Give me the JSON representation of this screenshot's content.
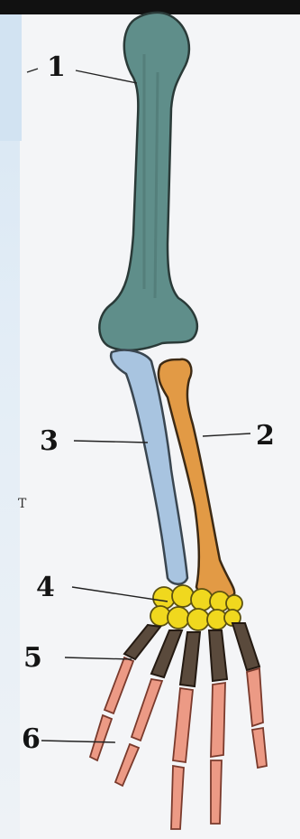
{
  "labels": {
    "l1": "1",
    "l2": "2",
    "l3": "3",
    "l4": "4",
    "l5": "5",
    "l6": "6",
    "edge_letter": "T"
  },
  "colors": {
    "humerus": "#5f8e8a",
    "ulna": "#a8c4e0",
    "radius": "#e29a45",
    "carpals": "#f0d81e",
    "metacarpals": "#5a4a3c",
    "phalanges": "#ec9a85"
  }
}
